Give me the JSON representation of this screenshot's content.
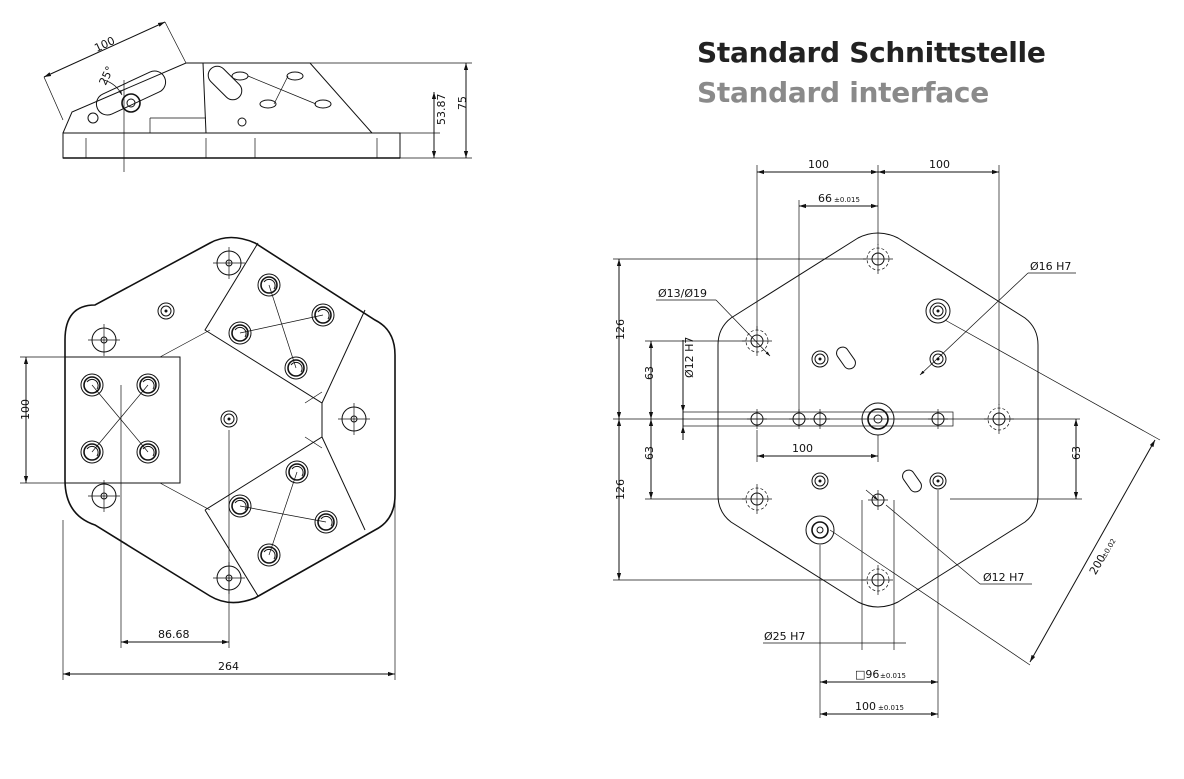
{
  "title": {
    "german": "Standard Schnittstelle",
    "english": "Standard interface"
  },
  "side_view": {
    "dim_length": "100",
    "dim_angle": "25°",
    "dim_height_inner": "53.87",
    "dim_height_total": "75"
  },
  "top_view": {
    "dim_width_left": "100",
    "dim_offset": "86.68",
    "dim_total": "264"
  },
  "interface": {
    "dim_top_left": "100",
    "dim_top_right": "100",
    "dim_66": "66",
    "dim_66_tol": "±0.015",
    "dim_126_top": "126",
    "dim_63_top": "63",
    "dim_63_bottom": "63",
    "dim_126_bottom": "126",
    "dim_63_right": "63",
    "dim_100_mid": "100",
    "label_13_19": "Ø13/Ø19",
    "label_12h7_left": "Ø12 H7",
    "label_16h7": "Ø16 H7",
    "label_12h7_right": "Ø12 H7",
    "label_25h7": "Ø25 H7",
    "dim_96": "□96",
    "dim_96_tol": "±0.015",
    "dim_100_bottom": "100",
    "dim_100_bottom_tol": "±0.015",
    "dim_200": "200",
    "dim_200_tol": "±0.02"
  }
}
